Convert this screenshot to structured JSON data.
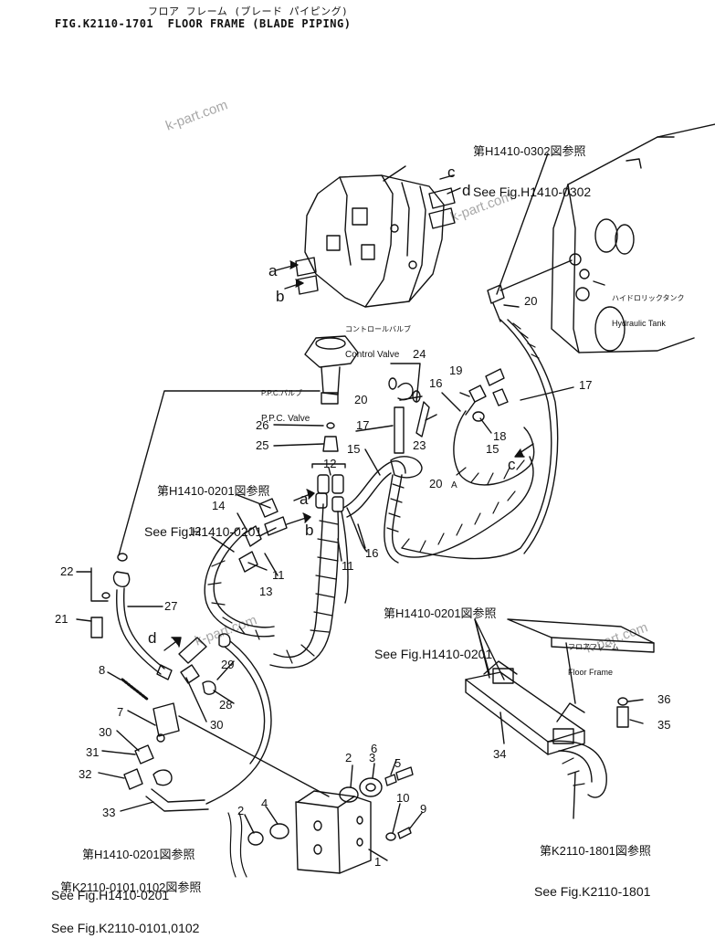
{
  "header": {
    "title_jp": "フロア フレーム (ブレード パイピング)",
    "title": "FIG.K2110-1701  FLOOR FRAME (BLADE PIPING)"
  },
  "watermark": "k-part.com",
  "refs": {
    "r1": {
      "jp": "第H1410-0302図参照",
      "en": "See Fig.H1410-0302"
    },
    "r2": {
      "jp": "第H1410-0201図参照",
      "en": "See Fig.H1410-0201"
    },
    "r3": {
      "jp": "第H1410-0201図参照",
      "en": "See Fig.H1410-0201"
    },
    "r4": {
      "jp": "第K2110-1801図参照",
      "en": "See Fig.K2110-1801"
    },
    "r5": {
      "jp": "第H1410-0201図参照",
      "en": "See Fig.H1410-0201"
    },
    "r6": {
      "jp": "第K2110-0101,0102図参照",
      "en": "See Fig.K2110-0101,0102"
    }
  },
  "components": {
    "control_valve": {
      "jp": "コントロールバルブ",
      "en": "Control Valve"
    },
    "ppc_valve": {
      "jp": "P.P.C.バルブ",
      "en": "P.P.C. Valve"
    },
    "hydraulic_tank": {
      "jp": "ハイドロリックタンク",
      "en": "Hydraulic Tank"
    },
    "floor_frame": {
      "jp": "フロアフレーム",
      "en": "Floor Frame"
    }
  },
  "letters": {
    "a": "a",
    "b": "b",
    "c": "c",
    "d": "d",
    "A": "A"
  },
  "callouts": [
    {
      "n": "1"
    },
    {
      "n": "2"
    },
    {
      "n": "2"
    },
    {
      "n": "3"
    },
    {
      "n": "4"
    },
    {
      "n": "5"
    },
    {
      "n": "6"
    },
    {
      "n": "7"
    },
    {
      "n": "8"
    },
    {
      "n": "9"
    },
    {
      "n": "10"
    },
    {
      "n": "11"
    },
    {
      "n": "11"
    },
    {
      "n": "12"
    },
    {
      "n": "12"
    },
    {
      "n": "13"
    },
    {
      "n": "14"
    },
    {
      "n": "15"
    },
    {
      "n": "15"
    },
    {
      "n": "16"
    },
    {
      "n": "16"
    },
    {
      "n": "17"
    },
    {
      "n": "17"
    },
    {
      "n": "18"
    },
    {
      "n": "19"
    },
    {
      "n": "20"
    },
    {
      "n": "20"
    },
    {
      "n": "20"
    },
    {
      "n": "21"
    },
    {
      "n": "22"
    },
    {
      "n": "23"
    },
    {
      "n": "24"
    },
    {
      "n": "25"
    },
    {
      "n": "26"
    },
    {
      "n": "27"
    },
    {
      "n": "28"
    },
    {
      "n": "29"
    },
    {
      "n": "30"
    },
    {
      "n": "30"
    },
    {
      "n": "31"
    },
    {
      "n": "32"
    },
    {
      "n": "33"
    },
    {
      "n": "34"
    },
    {
      "n": "35"
    },
    {
      "n": "36"
    }
  ]
}
